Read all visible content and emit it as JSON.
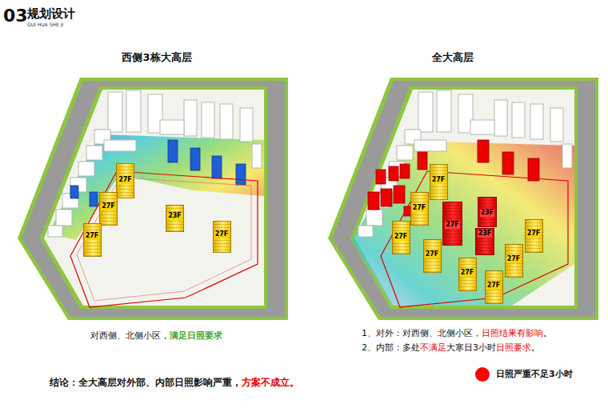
{
  "diagram": {
    "title": "规划设计",
    "nodes": [
      {
        "text": [
          "27F"
        ]
      },
      {
        "text": [
          "27F"
        ]
      },
      {
        "text": [
          "23F"
        ]
      },
      {
        "text": [
          "27F"
        ]
      },
      {
        "text": [
          "27F"
        ]
      },
      {
        "text": [
          "27F"
        ]
      },
      {
        "text": [
          "27F"
        ]
      },
      {
        "text": [
          "23F"
        ]
      },
      {
        "text": [
          "27F"
        ]
      },
      {
        "text": [
          "23F"
        ]
      },
      {
        "text": [
          "27F"
        ]
      },
      {
        "text": [
          "27F"
        ]
      },
      {
        "text": [
          "27F"
        ]
      },
      {
        "text": [
          "27F"
        ]
      },
      {
        "text": [
          "27F"
        ]
      },
      {
        "text": [
          "27F"
        ]
      }
    ],
    "labels": [
      "03",
      "GUI HUA SHE JI",
      "西侧3栋大高层",
      "全大高层",
      "对西侧、北侧小区，",
      "满足日照要求",
      "1、对外：对西侧、北侧小区，",
      "日照结果有影响",
      "。",
      "2、内部：多处",
      "不满足",
      "大寒日3小时",
      "日照要求",
      "。",
      "结论：全大高层对外部、内部日照影响严重，",
      "方案不成立。"
    ],
    "legend": [
      {
        "text": "日照严重不足3小时",
        "color": "#ff0000"
      }
    ]
  }
}
